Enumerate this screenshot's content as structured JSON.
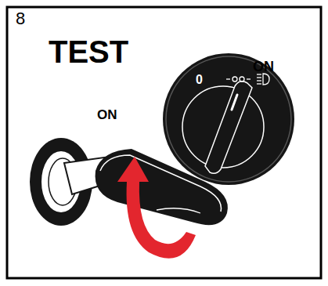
{
  "diagram": {
    "labels": [
      "8",
      "TEST",
      "ON",
      "ON",
      "0"
    ]
  }
}
